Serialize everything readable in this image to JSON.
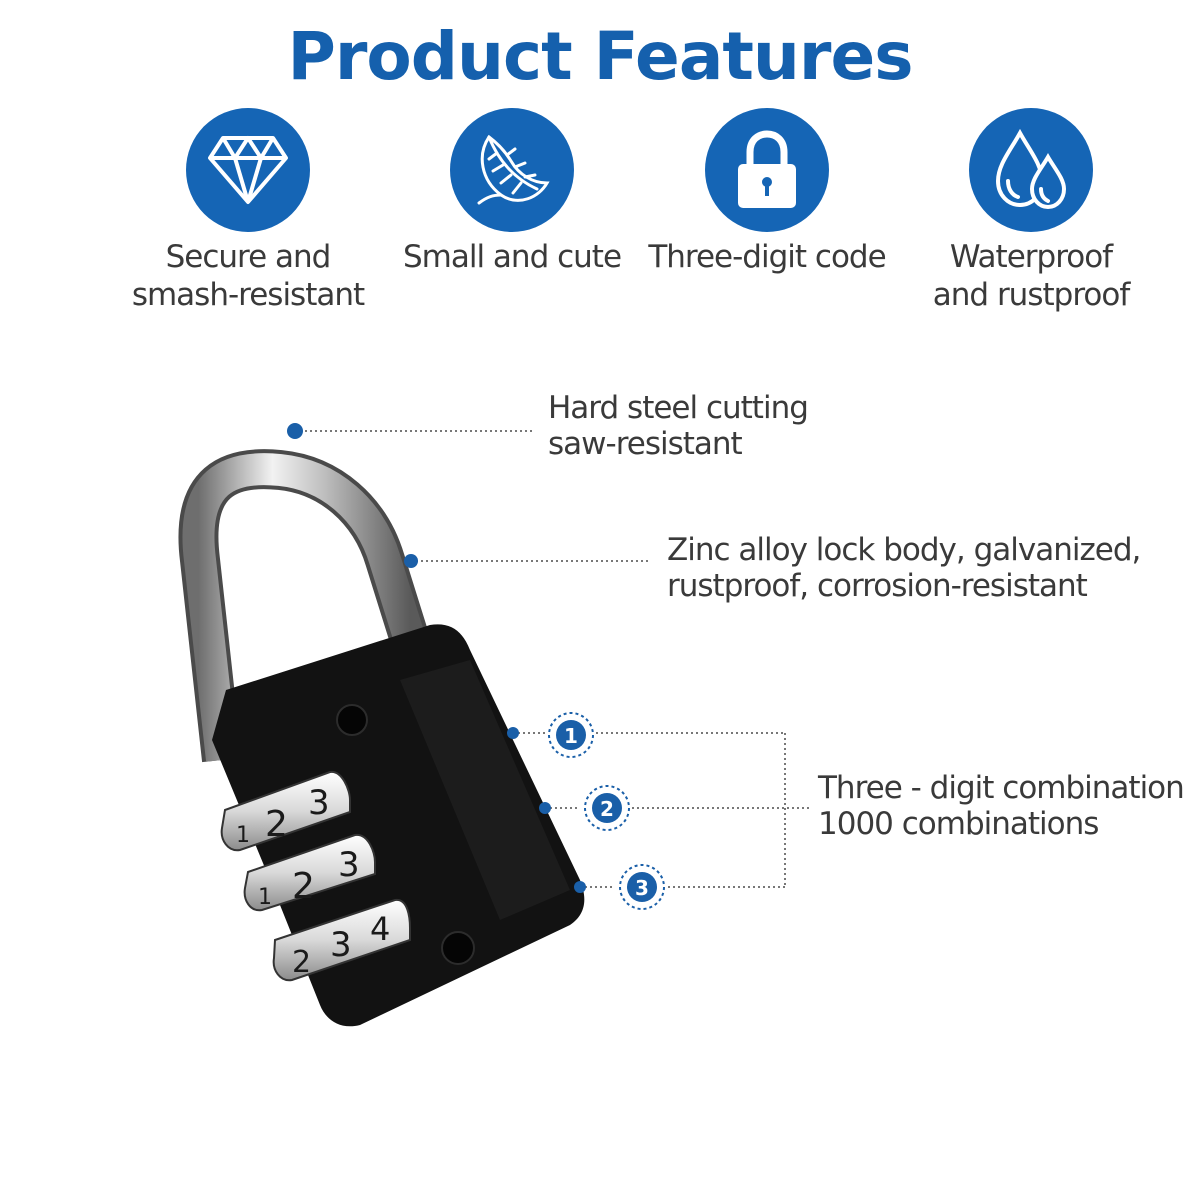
{
  "title": "Product Features",
  "features": [
    {
      "icon": "diamond-icon",
      "label_line1": "Secure and",
      "label_line2": "smash-resistant"
    },
    {
      "icon": "feather-icon",
      "label_line1": "Small and cute",
      "label_line2": ""
    },
    {
      "icon": "lock-icon",
      "label_line1": "Three-digit code",
      "label_line2": ""
    },
    {
      "icon": "water-drops-icon",
      "label_line1": "Waterproof",
      "label_line2": "and rustproof"
    }
  ],
  "callouts": {
    "shackle": {
      "line1": "Hard steel cutting",
      "line2": "saw-resistant"
    },
    "body": {
      "line1": "Zinc alloy lock body, galvanized,",
      "line2": "rustproof, corrosion-resistant"
    },
    "dials": {
      "line1": "Three - digit combination",
      "line2": "1000 combinations"
    }
  },
  "markers": [
    "1",
    "2",
    "3"
  ],
  "dial_digits": {
    "dial1": [
      "1",
      "2",
      "3"
    ],
    "dial2": [
      "1",
      "2",
      "3"
    ],
    "dial3": [
      "2",
      "3",
      "4"
    ]
  },
  "colors": {
    "brand_blue": "#1565b5",
    "title_blue": "#1560ad",
    "lock_body": "#121212",
    "dot_blue": "#1a5fa8"
  }
}
